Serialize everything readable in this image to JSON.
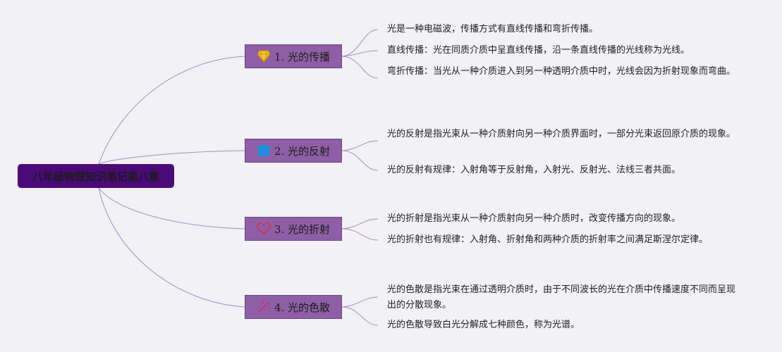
{
  "mindmap": {
    "root": "八年级物理知识笔记第八章",
    "branches": [
      {
        "label": "1. 光的传播",
        "icon": "diamond-icon",
        "leaves": [
          "光是一种电磁波，传播方式有直线传播和弯折传播。",
          "直线传播：光在同质介质中呈直线传播，沿一条直线传播的光线称为光线。",
          "弯折传播：当光从一种介质进入到另一种透明介质中时，光线会因为折射现象而弯曲。"
        ]
      },
      {
        "label": "2. 光的反射",
        "icon": "blue-square-icon",
        "leaves": [
          "光的反射是指光束从一种介质射向另一种介质界面时，一部分光束返回原介质的现象。",
          "光的反射有规律：入射角等于反射角，入射光、反射光、法线三者共面。"
        ]
      },
      {
        "label": "3. 光的折射",
        "icon": "heart-outline-icon",
        "leaves": [
          "光的折射是指光束从一种介质射向另一种介质时，改变传播方向的现象。",
          "光的折射也有规律：入射角、折射角和两种介质的折射率之间满足斯涅尔定律。"
        ]
      },
      {
        "label": "4. 光的色散",
        "icon": "sparkle-icon",
        "leaves": [
          "光的色散是指光束在通过透明介质时，由于不同波长的光在介质中传播速度不同而呈现出的分散现象。",
          "光的色散导致白光分解成七种颜色，称为光谱。"
        ]
      }
    ]
  },
  "colors": {
    "root_fill": "#4a0a78",
    "branch_fill": "#8e5fa6",
    "connector": "#a58cc4",
    "background": "#f2f1f5"
  }
}
